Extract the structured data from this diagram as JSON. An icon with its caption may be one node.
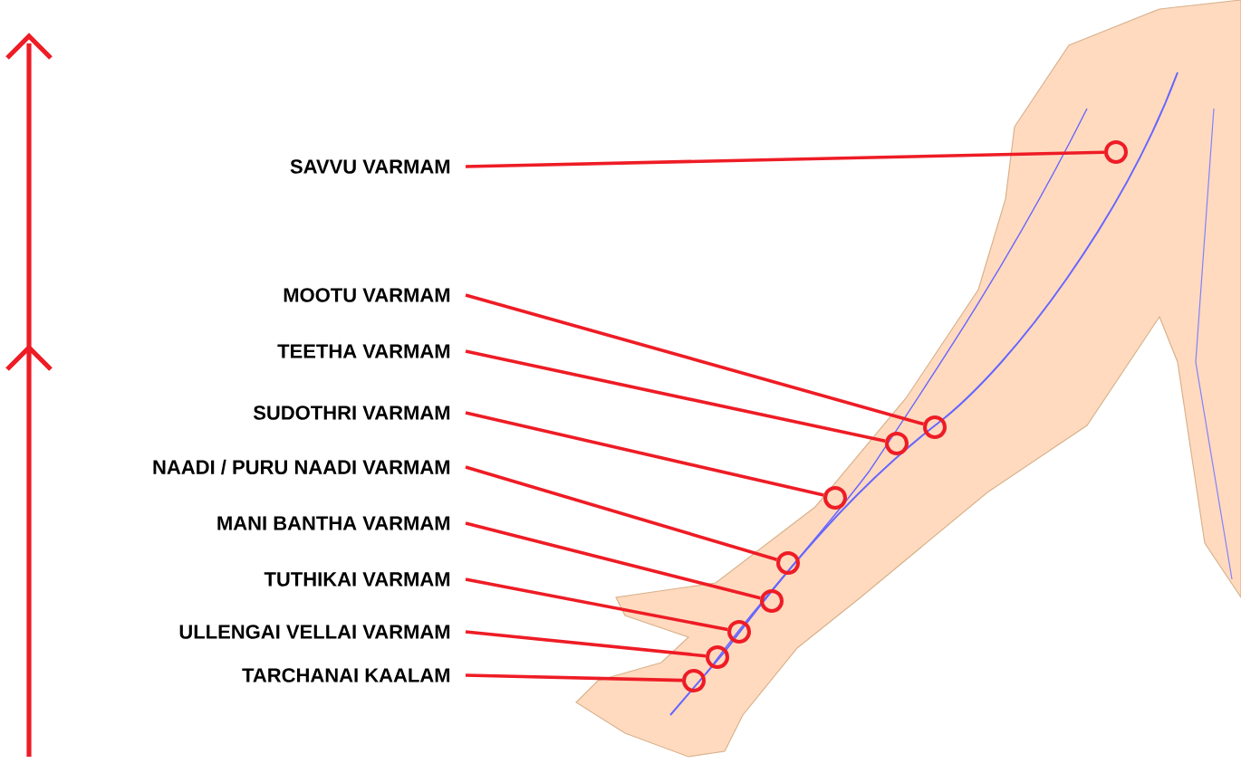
{
  "diagram": {
    "nodes": [
      {
        "text": [
          "SAVVU VARMAM"
        ]
      },
      {
        "text": [
          "MOOTU VARMAM"
        ]
      },
      {
        "text": [
          "TEETHA VARMAM"
        ]
      },
      {
        "text": [
          "SUDOTHRI VARMAM"
        ]
      },
      {
        "text": [
          "NAADI / PURU NAADI VARMAM"
        ]
      },
      {
        "text": [
          "MANI BANTHA VARMAM"
        ]
      },
      {
        "text": [
          "TUTHIKAI VARMAM"
        ]
      },
      {
        "text": [
          "ULLENGAI VELLAI VARMAM"
        ]
      },
      {
        "text": [
          "TARCHANAI KAALAM"
        ]
      },
      {
        "text": [],
        "shape": "circle"
      },
      {
        "text": [],
        "shape": "circle"
      },
      {
        "text": [],
        "shape": "circle"
      },
      {
        "text": [],
        "shape": "circle"
      },
      {
        "text": [],
        "shape": "circle"
      },
      {
        "text": [],
        "shape": "circle"
      },
      {
        "text": [],
        "shape": "circle"
      },
      {
        "text": [],
        "shape": "circle"
      },
      {
        "text": [],
        "shape": "circle"
      }
    ],
    "edges": [
      {
        "from": 0,
        "to": 9,
        "arrow": "none"
      },
      {
        "from": 1,
        "to": 10,
        "arrow": "none"
      },
      {
        "from": 2,
        "to": 11,
        "arrow": "none"
      },
      {
        "from": 3,
        "to": 12,
        "arrow": "none"
      },
      {
        "from": 4,
        "to": 13,
        "arrow": "none"
      },
      {
        "from": 5,
        "to": 14,
        "arrow": "none"
      },
      {
        "from": 6,
        "to": 15,
        "arrow": "none"
      },
      {
        "from": 7,
        "to": 16,
        "arrow": "none"
      },
      {
        "from": 8,
        "to": 17,
        "arrow": "none"
      }
    ]
  }
}
